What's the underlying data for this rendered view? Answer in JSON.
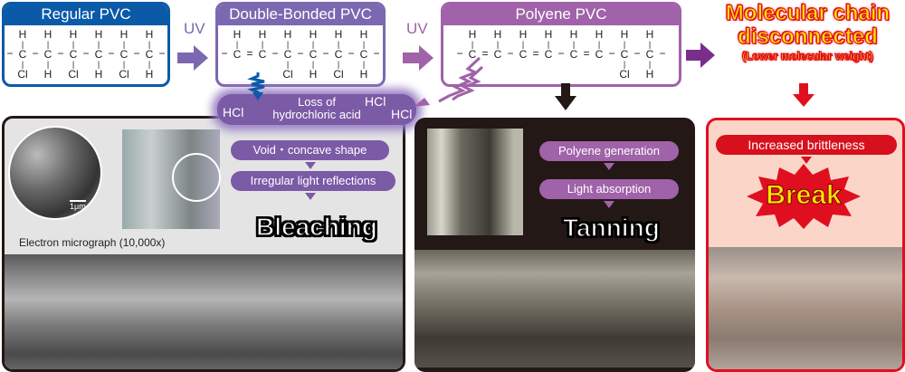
{
  "colors": {
    "regular": "#0a5aa8",
    "double": "#7b68b0",
    "polyene": "#a062a8",
    "arrow_purple": "#7a2e8c",
    "red": "#e00f1f",
    "yellow": "#ffe600",
    "hcl_purple": "#7b5aa6"
  },
  "boxes": [
    {
      "title": "Regular PVC",
      "top": [
        "H",
        "H",
        "H",
        "H",
        "H",
        "H"
      ],
      "atoms": [
        "C",
        "C",
        "C",
        "C",
        "C",
        "C"
      ],
      "bonds": [
        "−",
        "−",
        "−",
        "−",
        "−"
      ],
      "bottom": [
        "Cl",
        "H",
        "Cl",
        "H",
        "Cl",
        "H"
      ]
    },
    {
      "title": "Double-Bonded PVC",
      "top": [
        "H",
        "H",
        "H",
        "H",
        "H",
        "H"
      ],
      "atoms": [
        "C",
        "C",
        "C",
        "C",
        "C",
        "C"
      ],
      "bonds": [
        "=",
        "−",
        "−",
        "−",
        "−"
      ],
      "bottom": [
        "",
        "",
        "Cl",
        "H",
        "Cl",
        "H"
      ]
    },
    {
      "title": "Polyene PVC",
      "top": [
        "H",
        "H",
        "H",
        "H",
        "H",
        "H",
        "H",
        "H"
      ],
      "atoms": [
        "C",
        "C",
        "C",
        "C",
        "C",
        "C",
        "C",
        "C"
      ],
      "bonds": [
        "=",
        "−",
        "=",
        "−",
        "=",
        "−",
        "−"
      ],
      "bottom": [
        "",
        "",
        "",
        "",
        "",
        "",
        "Cl",
        "H"
      ]
    }
  ],
  "uv_label": "UV",
  "chain": {
    "title_line1": "Molecular chain",
    "title_line2": "disconnected",
    "subtitle": "(Lower molecular weight)"
  },
  "hcl": {
    "label": "HCl",
    "loss_line1": "Loss of",
    "loss_line2": "hydrochloric acid"
  },
  "bleaching": {
    "steps": [
      "Void・concave shape",
      "Irregular light reflections"
    ],
    "result": "Bleaching",
    "micrograph_caption": "Electron micrograph (10,000x)",
    "scale": "1μm"
  },
  "tanning": {
    "steps": [
      "Polyene generation",
      "Light absorption"
    ],
    "result": "Tanning"
  },
  "break": {
    "step": "Increased brittleness",
    "result": "Break"
  }
}
